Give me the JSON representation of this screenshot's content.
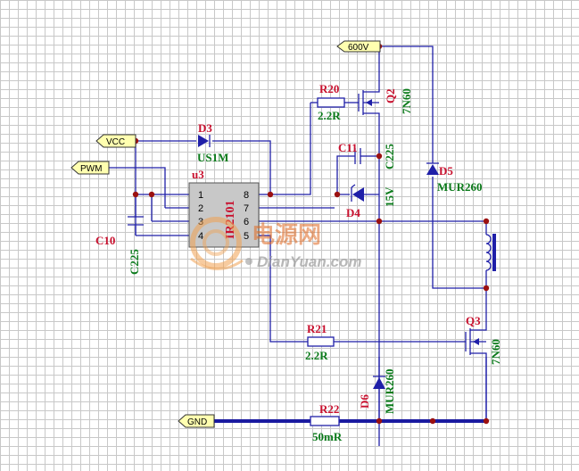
{
  "ports": {
    "p600v": "600V",
    "vcc": "VCC",
    "pwm": "PWM",
    "gnd": "GND"
  },
  "chip": {
    "ref": "u3",
    "name": "IR2101",
    "pins": [
      "1",
      "2",
      "3",
      "4",
      "8",
      "7",
      "6",
      "5"
    ]
  },
  "components": {
    "r20": {
      "ref": "R20",
      "value": "2.2R"
    },
    "q2": {
      "ref": "Q2",
      "value": "7N60"
    },
    "d3": {
      "ref": "D3",
      "value": "US1M"
    },
    "c11": {
      "ref": "C11",
      "value": "C225"
    },
    "d5": {
      "ref": "D5",
      "value": "MUR260"
    },
    "d4": {
      "ref": "D4",
      "value": "15V"
    },
    "c10": {
      "ref": "C10",
      "value": "C225"
    },
    "r21": {
      "ref": "R21",
      "value": "2.2R"
    },
    "q3": {
      "ref": "Q3",
      "value": "7N60"
    },
    "d6": {
      "ref": "D6",
      "value": "MUR260"
    },
    "r22": {
      "ref": "R22",
      "value": "50mR"
    }
  },
  "watermark": {
    "cn": "电源网",
    "en": "DianYuan.com"
  },
  "colors": {
    "wire": "#1f1fa8",
    "node": "#9b1010",
    "ref_text": "#c8102e",
    "value_text": "#0a7a1a",
    "port_fill": "#ffffb0",
    "chip_fill": "#c8c8c8"
  }
}
